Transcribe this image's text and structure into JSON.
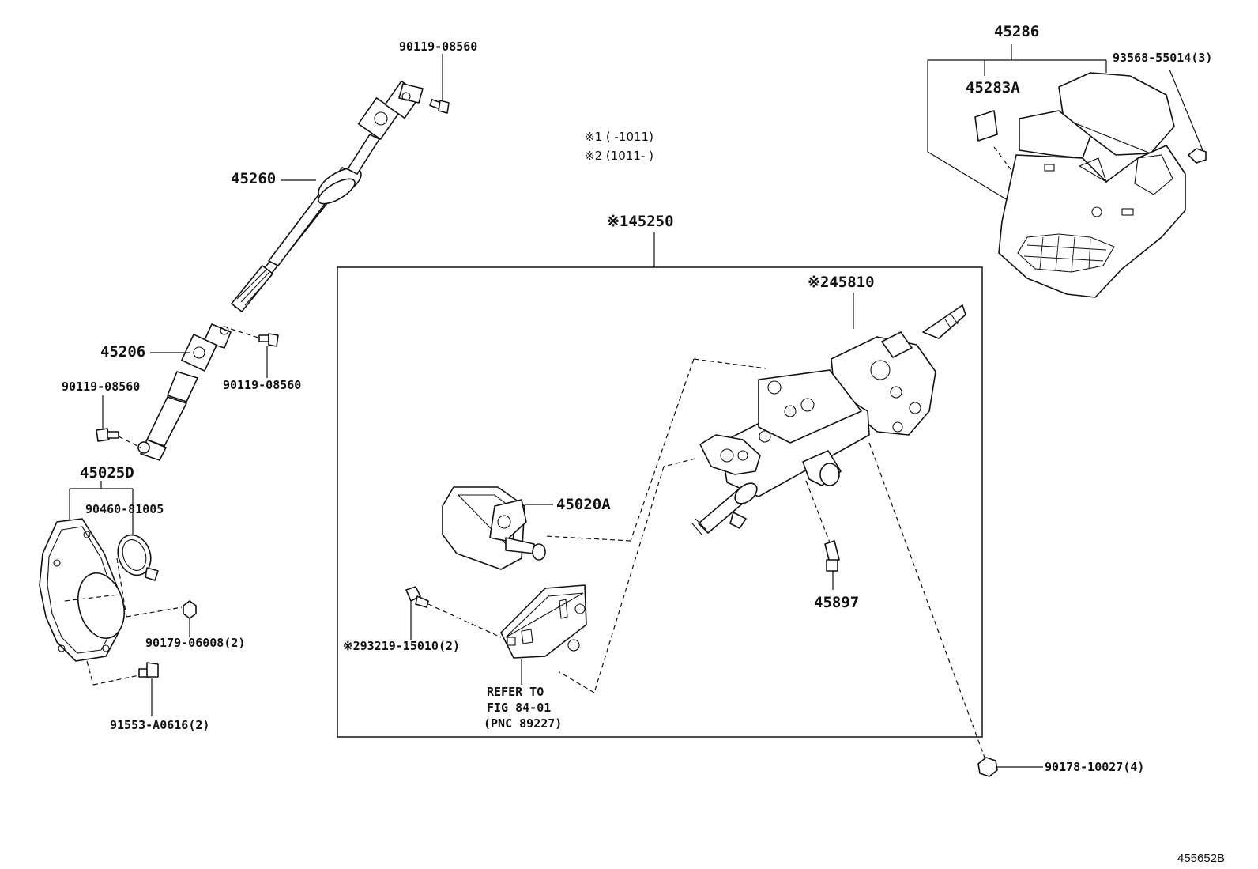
{
  "diagram_id": "455652B",
  "notes": {
    "note1": "※1 (    -1011)",
    "note2": "※2 (1011-    )"
  },
  "labels": {
    "p_45260": "45260",
    "p_90119_top": "90119-08560",
    "p_45206": "45206",
    "p_90119_left": "90119-08560",
    "p_90119_right": "90119-08560",
    "p_45025d": "45025D",
    "p_90460": "90460-81005",
    "p_90179": "90179-06008(2)",
    "p_91553": "91553-A0616(2)",
    "p_145250": "※145250",
    "p_245810": "※245810",
    "p_45020a": "45020A",
    "p_45897": "45897",
    "p_293219": "※293219-15010(2)",
    "refer_line1": "REFER TO",
    "refer_line2": "FIG 84-01",
    "refer_line3": "(PNC 89227)",
    "p_45286": "45286",
    "p_45283a": "45283A",
    "p_93568": "93568-55014(3)",
    "p_90178": "90178-10027(4)"
  }
}
